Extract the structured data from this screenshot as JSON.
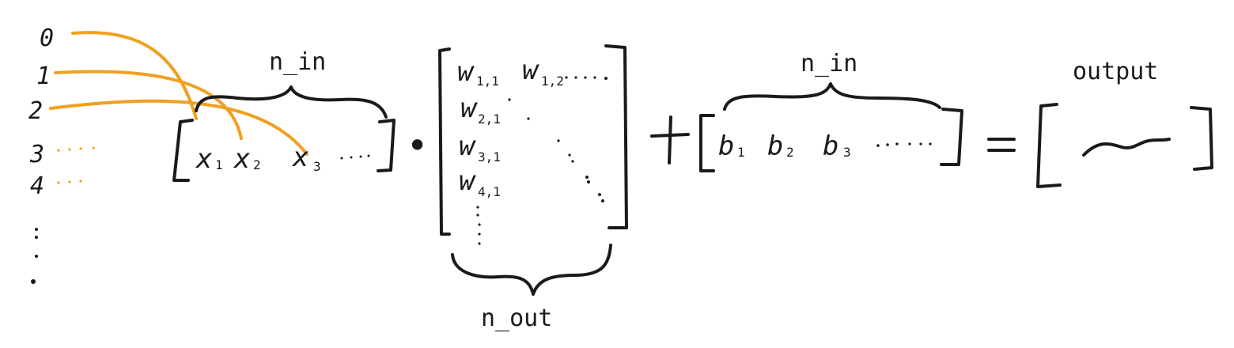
{
  "colors": {
    "ink": "#1a1a1a",
    "accent": "#f0a020",
    "background": "#ffffff"
  },
  "indices": [
    "0",
    "1",
    "2",
    "3",
    "4"
  ],
  "labels": {
    "n_in_left": "n_in",
    "n_in_right": "n_in",
    "n_out": "n_out",
    "output": "output"
  },
  "x_vector": [
    {
      "base": "x",
      "sub": "1"
    },
    {
      "base": "x",
      "sub": "2"
    },
    {
      "base": "x",
      "sub": "3"
    }
  ],
  "w_matrix": [
    {
      "base": "w",
      "sub": "1,1"
    },
    {
      "base": "w",
      "sub": "1,2"
    },
    {
      "base": "w",
      "sub": "2,1"
    },
    {
      "base": "w",
      "sub": "3,1"
    },
    {
      "base": "w",
      "sub": "4,1"
    }
  ],
  "b_vector": [
    {
      "base": "b",
      "sub": "1"
    },
    {
      "base": "b",
      "sub": "2"
    },
    {
      "base": "b",
      "sub": "3"
    }
  ],
  "operators": {
    "dot": "•",
    "plus": "+",
    "equals": "="
  }
}
